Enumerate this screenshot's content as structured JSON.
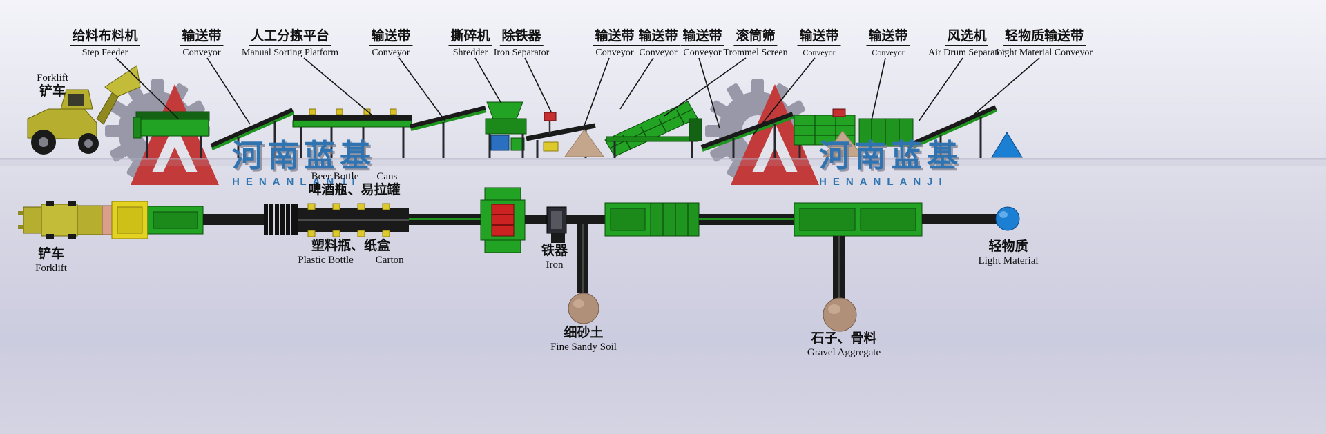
{
  "watermark": {
    "cn": "河南蓝基",
    "en": "HENANLANJI",
    "text_color": "#2f74b0",
    "gear_color": "#9898a8",
    "triangle_color": "#c23a3a"
  },
  "forklift_upper": {
    "en": "Forklift",
    "cn": "铲车"
  },
  "top_labels": [
    {
      "cn": "给料布料机",
      "en": "Step Feeder"
    },
    {
      "cn": "输送带",
      "en": "Conveyor"
    },
    {
      "cn": "人工分拣平台",
      "en": "Manual Sorting Platform"
    },
    {
      "cn": "输送带",
      "en": "Conveyor"
    },
    {
      "cn": "撕碎机",
      "en": "Shredder"
    },
    {
      "cn": "除铁器",
      "en": "Iron Separator"
    },
    {
      "cn": "输送带",
      "en": "Conveyor"
    },
    {
      "cn": "输送带",
      "en": "Conveyor"
    },
    {
      "cn": "输送带",
      "en": "Conveyor"
    },
    {
      "cn": "滚筒筛",
      "en": "Trommel Screen"
    },
    {
      "cn": "输送带",
      "en": "Conveyor"
    },
    {
      "cn": "输送带",
      "en": "Conveyor"
    },
    {
      "cn": "风选机",
      "en": "Air Drum Separator"
    },
    {
      "cn": "轻物质输送带",
      "en": "Light Material Conveyor"
    }
  ],
  "bottom_labels": {
    "forklift": {
      "cn": "铲车",
      "en": "Forklift"
    },
    "beer_bottle_en": "Beer Bottle",
    "cans_en": "Cans",
    "beer_cans_cn": "啤酒瓶、易拉罐",
    "plastic_carton_cn": "塑料瓶、纸盒",
    "plastic_bottle_en": "Plastic Bottle",
    "carton_en": "Carton",
    "iron": {
      "cn": "铁器",
      "en": "Iron"
    },
    "fine_sandy_soil": {
      "cn": "细砂土",
      "en": "Fine Sandy Soil"
    },
    "gravel_aggregate": {
      "cn": "石子、骨料",
      "en": "Gravel Aggregate"
    },
    "light_material": {
      "cn": "轻物质",
      "en": "Light Material"
    }
  },
  "colors": {
    "machine_green": "#23a323",
    "machine_green_dark": "#1b8a1b",
    "belt_black": "#1a1a1a",
    "forklift_yellow": "#c3bc38",
    "pile_sand": "#c4a68c",
    "sphere_soil": "#b09078",
    "sphere_blue": "#1b7fd4",
    "accent_red": "#c62f2f",
    "background_top": "#f3f3f9",
    "background_bottom": "#cccce0"
  }
}
